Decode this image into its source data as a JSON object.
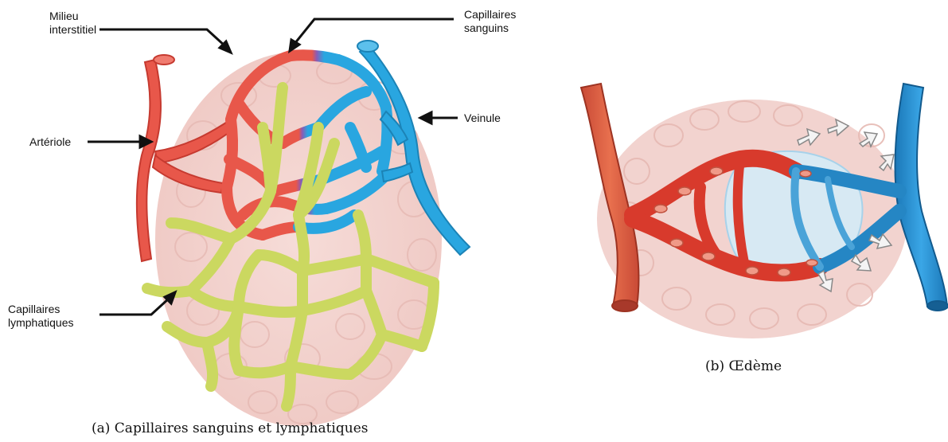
{
  "panel_a": {
    "labels": {
      "milieu": [
        "Milieu",
        "interstitiel"
      ],
      "capillaires_sanguins": [
        "Capillaires",
        "sanguins"
      ],
      "arteriole": "Artériole",
      "veinule": "Veinule",
      "lymph": [
        "Capillaires",
        "lymphatiques"
      ]
    },
    "caption": "(a) Capillaires sanguins et lymphatiques"
  },
  "panel_b": {
    "caption": "(b) Œdème"
  },
  "colors": {
    "artery": "#e8574a",
    "vein": "#29a6e0",
    "lymph": "#cbd860",
    "tissue": "#f2d3cf",
    "cell_outline": "#e9bdb8"
  }
}
